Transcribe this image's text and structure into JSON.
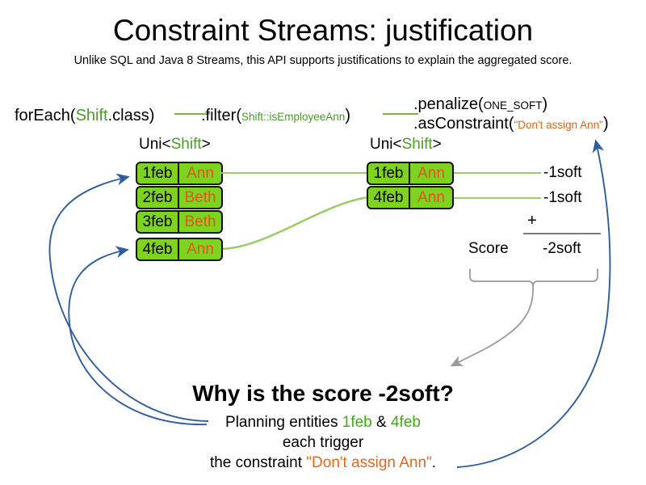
{
  "header": {
    "title": "Constraint Streams: justification",
    "subtitle": "Unlike SQL and Java 8 Streams, this API supports justifications to explain the aggregated score."
  },
  "pipeline": {
    "for_each": {
      "prefix": "forEach(",
      "type": "Shift",
      "suffix": ".class)"
    },
    "filter": {
      "prefix": ".filter(",
      "arg": "Shift::isEmployeeAnn",
      "suffix": ")"
    },
    "penalize": {
      "prefix": ".penalize(",
      "arg": "ONE_SOFT",
      "suffix": ")"
    },
    "as_constraint": {
      "prefix": ".asConstraint(",
      "arg": "\"Don't assign Ann\"",
      "suffix": ")"
    }
  },
  "streams": {
    "left": {
      "label_prefix": "Uni<",
      "label_type": "Shift",
      "label_suffix": ">",
      "rows": [
        {
          "date": "1feb",
          "name": "Ann"
        },
        {
          "date": "2feb",
          "name": "Beth"
        },
        {
          "date": "3feb",
          "name": "Beth"
        },
        {
          "date": "4feb",
          "name": "Ann"
        }
      ]
    },
    "right": {
      "label_prefix": "Uni<",
      "label_type": "Shift",
      "label_suffix": ">",
      "rows": [
        {
          "date": "1feb",
          "name": "Ann"
        },
        {
          "date": "4feb",
          "name": "Ann"
        }
      ]
    }
  },
  "score": {
    "impacts": [
      "-1soft",
      "-1soft"
    ],
    "operator": "+",
    "label": "Score",
    "total": "-2soft"
  },
  "explanation": {
    "heading": "Why is the score -2soft?",
    "line1_prefix": "Planning entities ",
    "line1_entity_a": "1feb",
    "line1_amp": " & ",
    "line1_entity_b": "4feb",
    "line2": "each trigger",
    "line3_prefix": "the constraint ",
    "line3_constraint": "\"Don't assign Ann\"",
    "line3_suffix": "."
  },
  "colors": {
    "green_text": "#4b9b28",
    "green_fill": "#7ed321",
    "green_line": "#9ccc65",
    "orange_text": "#e0561a",
    "blue_arrow": "#2e5e9e",
    "gray_arrow": "#9a9a9a"
  }
}
